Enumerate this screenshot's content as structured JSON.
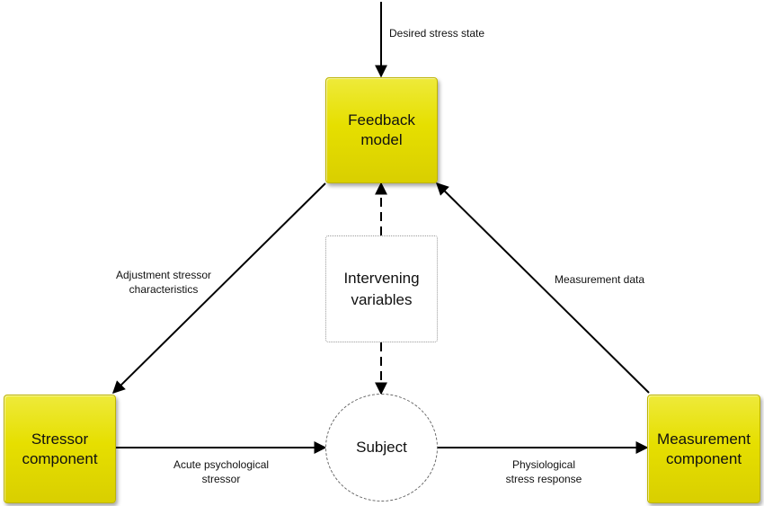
{
  "nodes": {
    "feedback_model": "Feedback\nmodel",
    "stressor_component": "Stressor\ncomponent",
    "measurement_component": "Measurement\ncomponent",
    "intervening_variables": "Intervening\nvariables",
    "subject": "Subject"
  },
  "edge_labels": {
    "desired_stress_state": "Desired stress state",
    "adjustment": "Adjustment stressor\ncharacteristics",
    "measurement_data": "Measurement data",
    "acute_stressor": "Acute psychological\nstressor",
    "physiological_response": "Physiological\nstress response"
  },
  "colors": {
    "box_fill": "#e6df00",
    "line": "#000000"
  }
}
